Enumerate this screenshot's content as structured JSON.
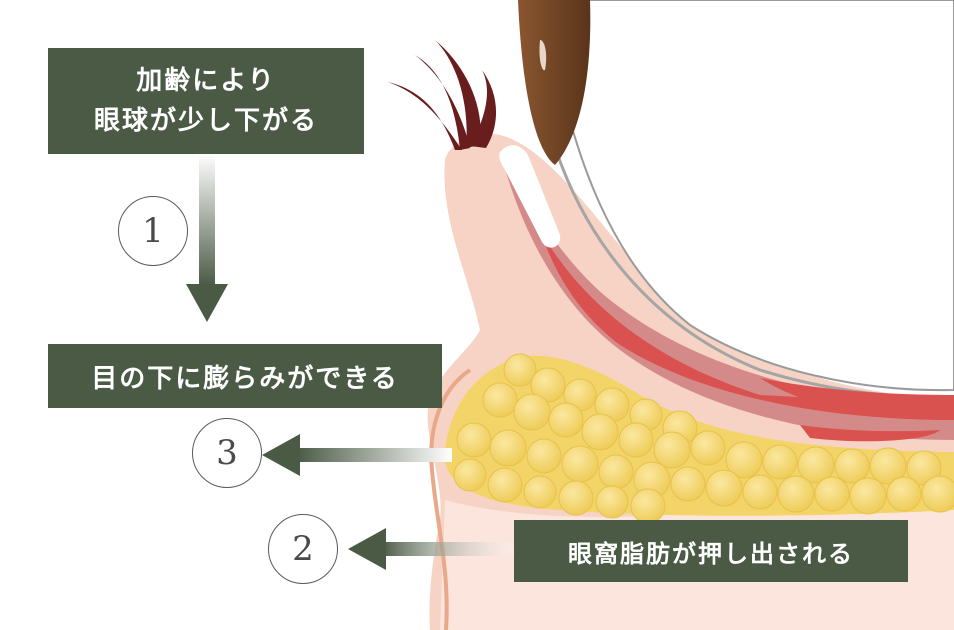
{
  "labels": {
    "aging_line1": "加齢により",
    "aging_line2": "眼球が少し下がる",
    "swelling": "目の下に膨らみができる",
    "fat_pushed": "眼窩脂肪が押し出される"
  },
  "steps": {
    "one": "1",
    "two": "2",
    "three": "3"
  },
  "colors": {
    "label_bg": "#4a5a45",
    "skin": "#f6d3c4",
    "fat": "#f3d469",
    "muscle": "#d9524f",
    "eye_iris": "#6b3f22"
  }
}
